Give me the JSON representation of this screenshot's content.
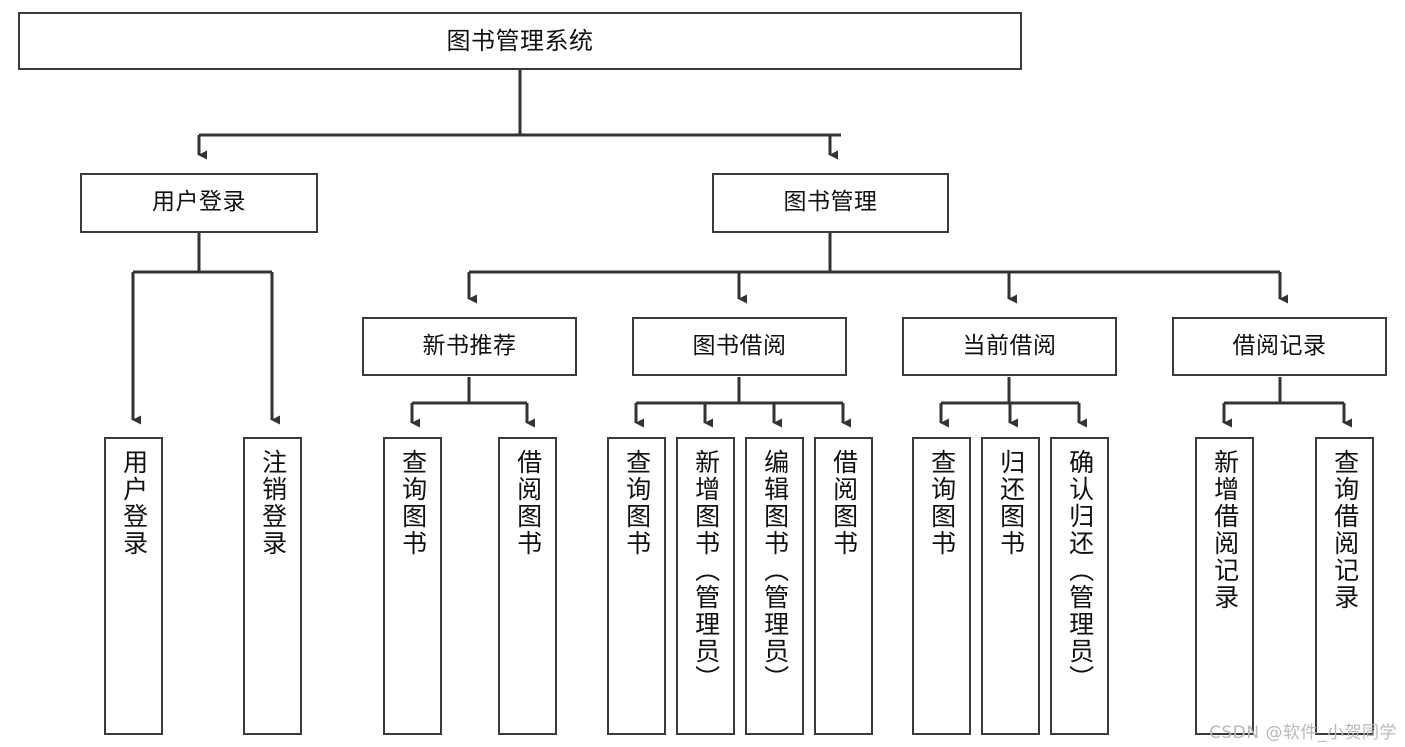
{
  "diagram": {
    "title": "图书管理系统",
    "type": "tree",
    "watermark": "CSDN @软件_小贺同学",
    "colors": {
      "node_border": "#3a3a3a",
      "node_fill": "#ffffff",
      "edge": "#333333",
      "text": "#111111",
      "watermark": "#b9b9b9",
      "background": "#ffffff"
    },
    "nodes": {
      "root": {
        "label": "图书管理系统"
      },
      "level2": [
        {
          "id": "user-login",
          "label": "用户登录"
        },
        {
          "id": "book-manage",
          "label": "图书管理"
        }
      ],
      "level3": [
        {
          "id": "new-book-recommend",
          "label": "新书推荐"
        },
        {
          "id": "book-borrow",
          "label": "图书借阅"
        },
        {
          "id": "current-borrow",
          "label": "当前借阅"
        },
        {
          "id": "borrow-record",
          "label": "借阅记录"
        }
      ],
      "leaves": {
        "user-login": [
          {
            "id": "leaf-user-login",
            "label": "用户登录"
          },
          {
            "id": "leaf-logout-login",
            "label": "注销登录"
          }
        ],
        "new-book-recommend": [
          {
            "id": "leaf-query-book-1",
            "label": "查询图书"
          },
          {
            "id": "leaf-borrow-book-1",
            "label": "借阅图书"
          }
        ],
        "book-borrow": [
          {
            "id": "leaf-query-book-2",
            "label": "查询图书"
          },
          {
            "id": "leaf-add-book",
            "label": "新增图书（管理员）"
          },
          {
            "id": "leaf-edit-book",
            "label": "编辑图书（管理员）"
          },
          {
            "id": "leaf-borrow-book-2",
            "label": "借阅图书"
          }
        ],
        "current-borrow": [
          {
            "id": "leaf-query-book-3",
            "label": "查询图书"
          },
          {
            "id": "leaf-return-book",
            "label": "归还图书"
          },
          {
            "id": "leaf-confirm-return",
            "label": "确认归还（管理员）"
          }
        ],
        "borrow-record": [
          {
            "id": "leaf-add-record",
            "label": "新增借阅记录"
          },
          {
            "id": "leaf-query-record",
            "label": "查询借阅记录"
          }
        ]
      }
    }
  }
}
